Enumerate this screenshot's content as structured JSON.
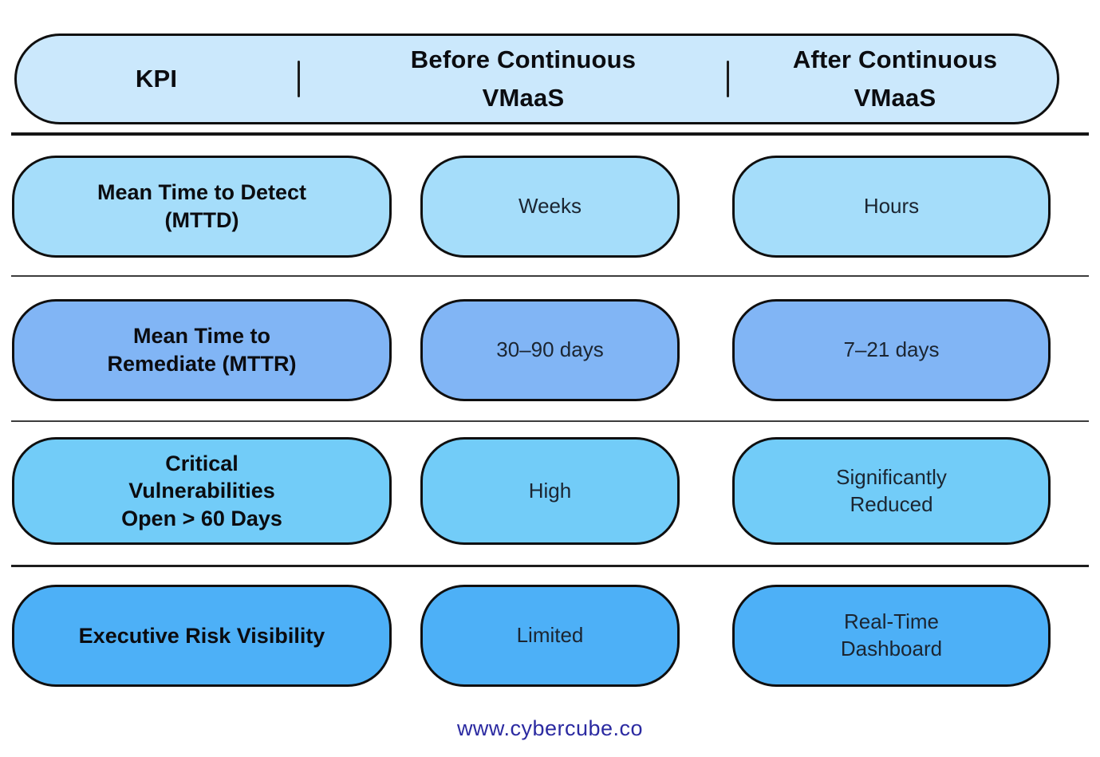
{
  "chart_data": {
    "type": "table",
    "columns": [
      "KPI",
      "Before Continuous VMaaS",
      "After Continuous VMaaS"
    ],
    "rows": [
      [
        "Mean Time to Detect (MTTD)",
        "Weeks",
        "Hours"
      ],
      [
        "Mean Time to Remediate (MTTR)",
        "30–90 days",
        "7–21 days"
      ],
      [
        "Critical Vulnerabilities Open > 60 Days",
        "High",
        "Significantly Reduced"
      ],
      [
        "Executive Risk Visibility",
        "Limited",
        "Real-Time Dashboard"
      ]
    ]
  },
  "footer": {
    "website": "www.cybercube.co"
  },
  "style": {
    "header_fill": "#cbe8fc",
    "row_fills": [
      "#a5ddfa",
      "#81b5f5",
      "#72ccf8",
      "#4db0f7"
    ],
    "border_color": "#0f0f0f",
    "footer_color": "#2b2aa1"
  }
}
